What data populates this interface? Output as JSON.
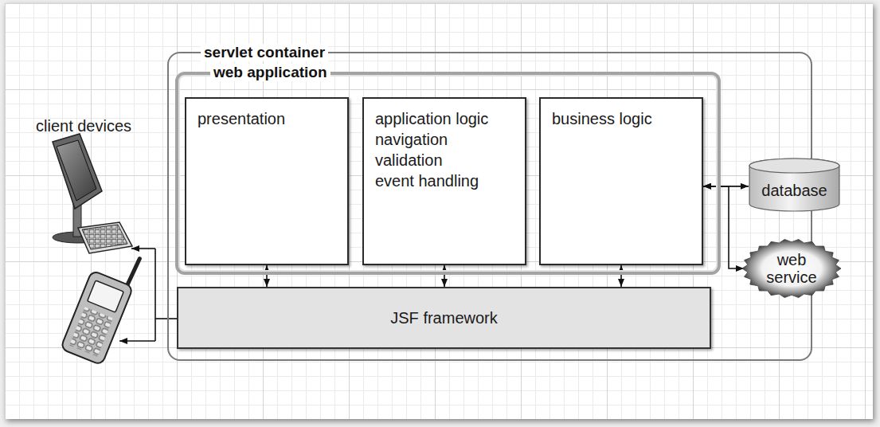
{
  "diagram": {
    "nodes": [
      {
        "text": [
          "servlet container"
        ]
      },
      {
        "text": [
          "web application"
        ],
        "in": 0
      },
      {
        "text": [
          "presentation"
        ],
        "in": 1
      },
      {
        "text": [
          "application logic",
          "navigation",
          "validation",
          "event handling"
        ],
        "in": 1
      },
      {
        "text": [
          "business logic"
        ],
        "in": 1
      },
      {
        "text": [
          "JSF framework"
        ],
        "in": 0
      },
      {
        "text": [
          "database"
        ]
      },
      {
        "text": [
          "web service"
        ]
      }
    ],
    "edges": [
      {
        "from": 2,
        "to": 5,
        "arrow": "both"
      },
      {
        "from": 3,
        "to": 5,
        "arrow": "both"
      },
      {
        "from": 4,
        "to": 5,
        "arrow": "both"
      },
      {
        "from": 4,
        "to": 6,
        "arrow": "both"
      },
      {
        "from": 4,
        "to": 7,
        "arrow": "both"
      }
    ],
    "labels": [
      "client devices"
    ]
  }
}
